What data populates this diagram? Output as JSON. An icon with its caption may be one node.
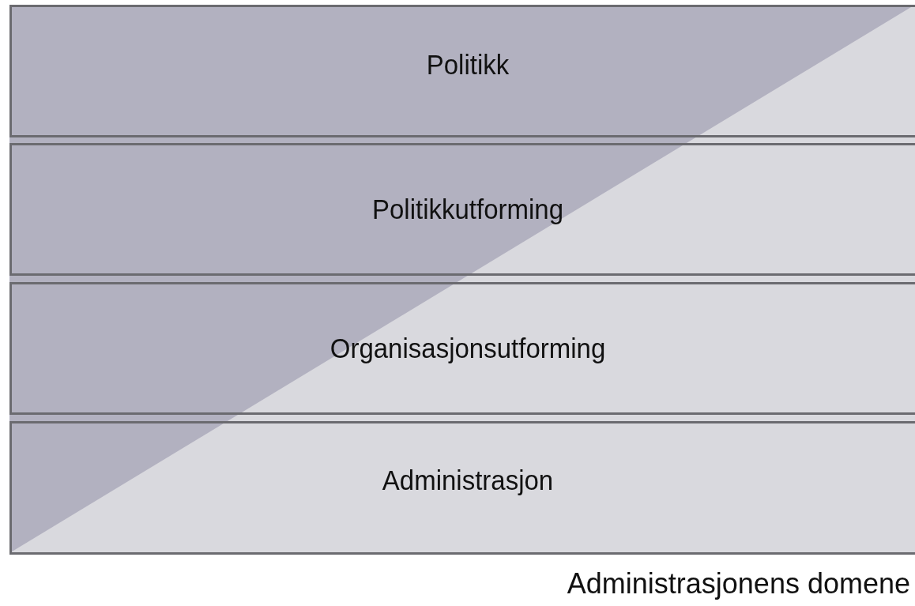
{
  "diagram": {
    "nodes": [
      {
        "text": [
          "Politikk"
        ]
      },
      {
        "text": [
          "Politikkutforming"
        ]
      },
      {
        "text": [
          "Organisasjonsutforming"
        ]
      },
      {
        "text": [
          "Administrasjon"
        ]
      }
    ],
    "labels": [
      "Administrasjonens domene"
    ]
  }
}
